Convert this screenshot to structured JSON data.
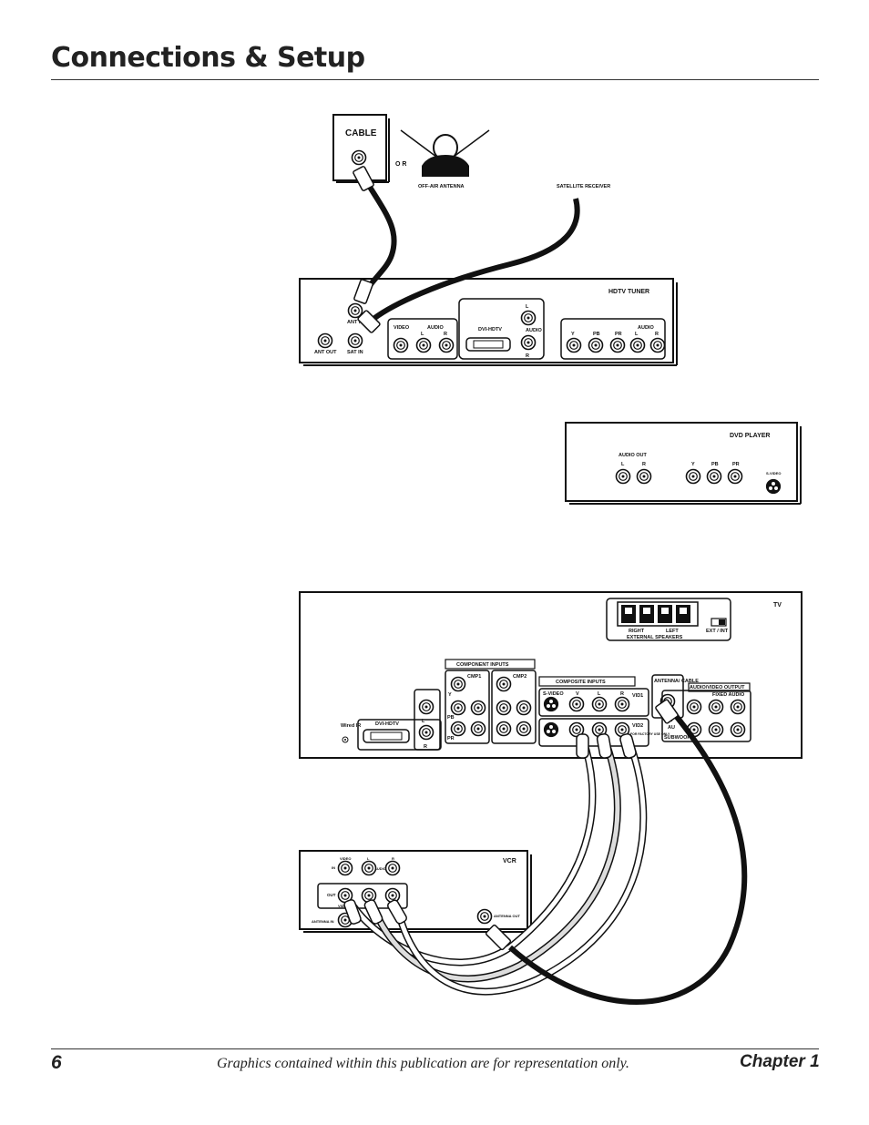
{
  "page": {
    "title": "Connections & Setup",
    "page_number": "6",
    "footer_note": "Graphics contained within this publication are for representation only.",
    "chapter": "Chapter 1"
  },
  "sources": {
    "cable": "CABLE",
    "or": "O R",
    "off_air_antenna": "OFF-AIR ANTENNA",
    "satellite_receiver": "SATELLITE RECEIVER"
  },
  "hdtv_tuner": {
    "title": "HDTV TUNER",
    "ant_in": "ANT IN",
    "ant_out": "ANT OUT",
    "sat_in": "SAT IN",
    "video": "VIDEO",
    "audio": "AUDIO",
    "l": "L",
    "r": "R",
    "dvi_hdtv": "DVI-HDTV",
    "audio2": "AUDIO",
    "l2": "L",
    "r2": "R",
    "y": "Y",
    "pb": "PB",
    "pr": "PR",
    "audio3": "AUDIO",
    "l3": "L",
    "r3": "R"
  },
  "dvd_player": {
    "title": "DVD PLAYER",
    "audio_out": "AUDIO OUT",
    "l": "L",
    "r": "R",
    "y": "Y",
    "pb": "PB",
    "pr": "PR",
    "s_video": "S-VIDEO"
  },
  "tv": {
    "title": "TV",
    "right": "RIGHT",
    "left": "LEFT",
    "external_speakers": "EXTERNAL SPEAKERS",
    "ext_int": "EXT / INT",
    "component_inputs": "COMPONENT INPUTS",
    "cmp1": "CMP1",
    "cmp2": "CMP2",
    "composite_inputs": "COMPOSITE INPUTS",
    "s_video": "S-VIDEO",
    "v": "V",
    "l": "L",
    "r": "R",
    "vid1": "VID1",
    "vid2": "VID2",
    "factory_use": "FOR FACTORY USE ONLY",
    "antenna_cable": "ANTENNA/ CABLE",
    "av_output": "AUDIO/VIDEO OUTPUT",
    "fixed_audio": "FIXED AUDIO",
    "va": "VA",
    "au": "AU",
    "subwoofer": "SUBWOOFE",
    "wired_ir": "Wired IR",
    "dvi_hdtv": "DVI-HDTV",
    "y": "Y",
    "pb": "PB",
    "pr": "PR"
  },
  "vcr": {
    "title": "VCR",
    "video": "VIDEO",
    "in": "IN",
    "l": "L",
    "r": "R",
    "audio": "AUDIO",
    "out": "OUT",
    "video2": "VIDEO",
    "antenna_in": "ANTENNA IN",
    "antenna_out": "ANTENNA OUT"
  }
}
